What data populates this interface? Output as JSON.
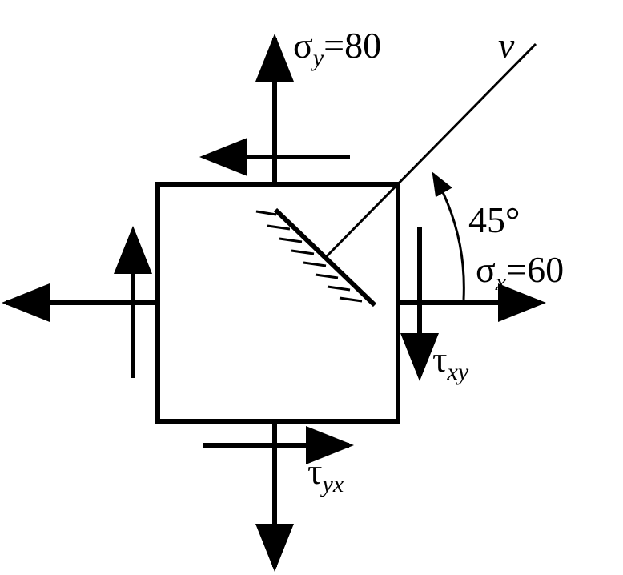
{
  "labels": {
    "sigma_y": {
      "symbol": "σ",
      "sub": "y",
      "rest": "=80"
    },
    "sigma_x": {
      "symbol": "σ",
      "sub": "x",
      "rest": "=60"
    },
    "tau_xy": {
      "symbol": "τ",
      "sub": "xy"
    },
    "tau_yx": {
      "symbol": "τ",
      "sub": "yx"
    },
    "angle": "45°",
    "normal": "v"
  },
  "colors": {
    "stroke": "#000000",
    "background": "#ffffff"
  }
}
